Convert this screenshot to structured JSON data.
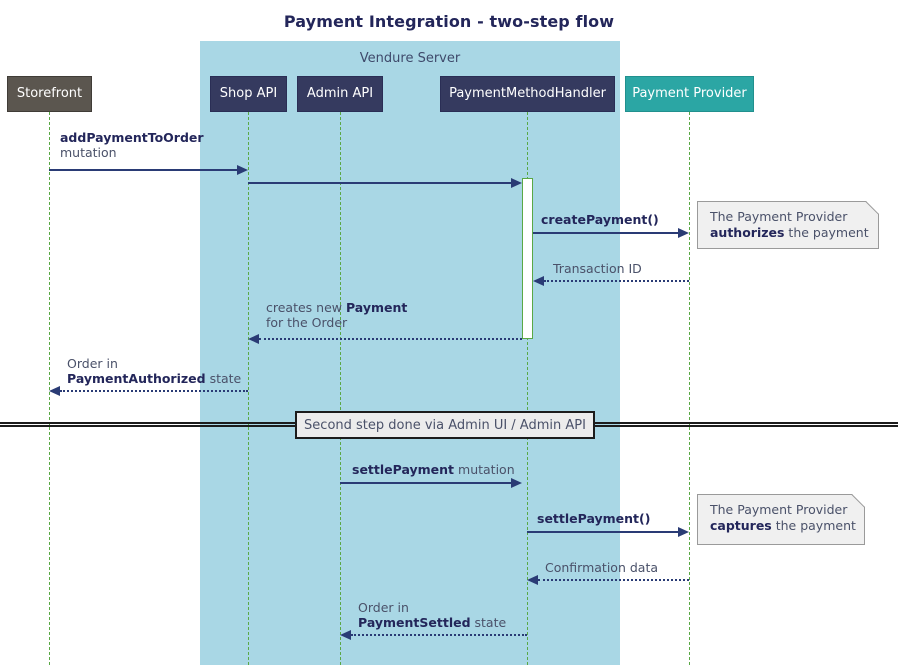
{
  "title": "Payment Integration - two-step flow",
  "group": {
    "label": "Vendure Server"
  },
  "participants": [
    {
      "id": "storefront",
      "label": "Storefront",
      "color": "#5b564f"
    },
    {
      "id": "shop-api",
      "label": "Shop API",
      "color": "#353a5f"
    },
    {
      "id": "admin-api",
      "label": "Admin API",
      "color": "#353a5f"
    },
    {
      "id": "payment-method-handler",
      "label": "PaymentMethodHandler",
      "color": "#353a5f"
    },
    {
      "id": "payment-provider",
      "label": "Payment Provider",
      "color": "#2ba6a4"
    }
  ],
  "messages": [
    {
      "id": "add-payment-to-order",
      "bold": "addPaymentToOrder",
      "rest": "mutation",
      "from": "storefront",
      "to": "shop-api"
    },
    {
      "id": "shop-api-to-handler",
      "bold": "",
      "rest": "",
      "from": "shop-api",
      "to": "payment-method-handler"
    },
    {
      "id": "create-payment",
      "bold": "createPayment()",
      "rest": "",
      "from": "payment-method-handler",
      "to": "payment-provider"
    },
    {
      "id": "transaction-id",
      "bold": "",
      "rest": "Transaction ID",
      "from": "payment-provider",
      "to": "payment-method-handler"
    },
    {
      "id": "creates-new-payment",
      "line1pre": "creates new ",
      "line1bold": "Payment",
      "line2": "for the Order",
      "from": "payment-method-handler",
      "to": "shop-api"
    },
    {
      "id": "order-payment-authorized",
      "line1": "Order in",
      "line2bold": "PaymentAuthorized",
      "line2post": " state",
      "from": "shop-api",
      "to": "storefront"
    },
    {
      "id": "settle-payment-mutation",
      "bold": "settlePayment",
      "rest": " mutation",
      "from": "admin-api",
      "to": "payment-method-handler"
    },
    {
      "id": "settle-payment-call",
      "bold": "settlePayment()",
      "rest": "",
      "from": "payment-method-handler",
      "to": "payment-provider"
    },
    {
      "id": "confirmation-data",
      "bold": "",
      "rest": "Confirmation data",
      "from": "payment-provider",
      "to": "payment-method-handler"
    },
    {
      "id": "order-payment-settled",
      "line1": "Order in",
      "line2bold": "PaymentSettled",
      "line2post": " state",
      "from": "payment-method-handler",
      "to": "admin-api"
    }
  ],
  "notes": [
    {
      "id": "note-authorizes",
      "line1": "The Payment Provider",
      "line2bold": "authorizes",
      "line2post": " the payment"
    },
    {
      "id": "note-captures",
      "line1": "The Payment Provider",
      "line2bold": "captures",
      "line2post": " the payment"
    }
  ],
  "divider": {
    "label": "Second step done via Admin UI / Admin API"
  },
  "colors": {
    "group_fill": "#a9d7e5",
    "lifeline": "#5aa845",
    "arrow": "#2a3b75",
    "note_fill": "#f0f0f0",
    "title_text": "#23265a"
  }
}
